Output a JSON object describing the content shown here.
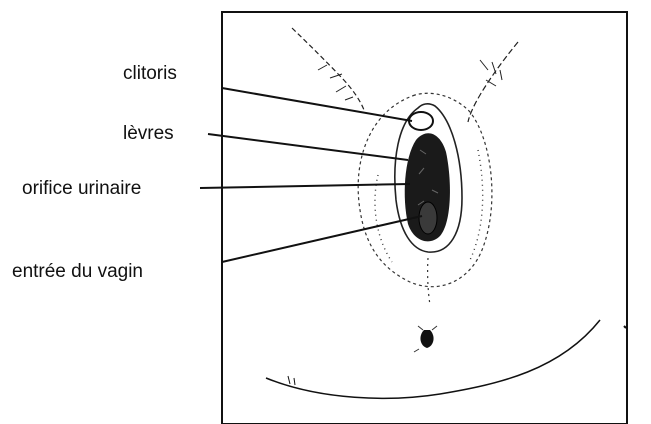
{
  "labels": {
    "clitoris": "clitoris",
    "levres": "lèvres",
    "orifice_urinaire": "orifice urinaire",
    "entree_vagin": "entrée du vagin"
  },
  "colors": {
    "ink": "#111111",
    "paper": "#ffffff"
  }
}
